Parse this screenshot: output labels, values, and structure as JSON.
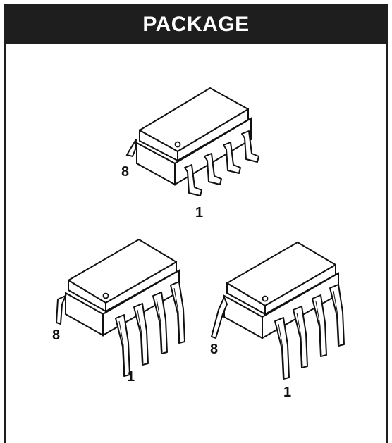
{
  "header": {
    "title": "PACKAGE"
  },
  "packages": [
    {
      "pin8_label": "8",
      "pin1_label": "1"
    },
    {
      "pin8_label": "8",
      "pin1_label": "1"
    },
    {
      "pin8_label": "8",
      "pin1_label": "1"
    }
  ],
  "colors": {
    "ink": "#1e1e1e",
    "background": "#ffffff"
  }
}
